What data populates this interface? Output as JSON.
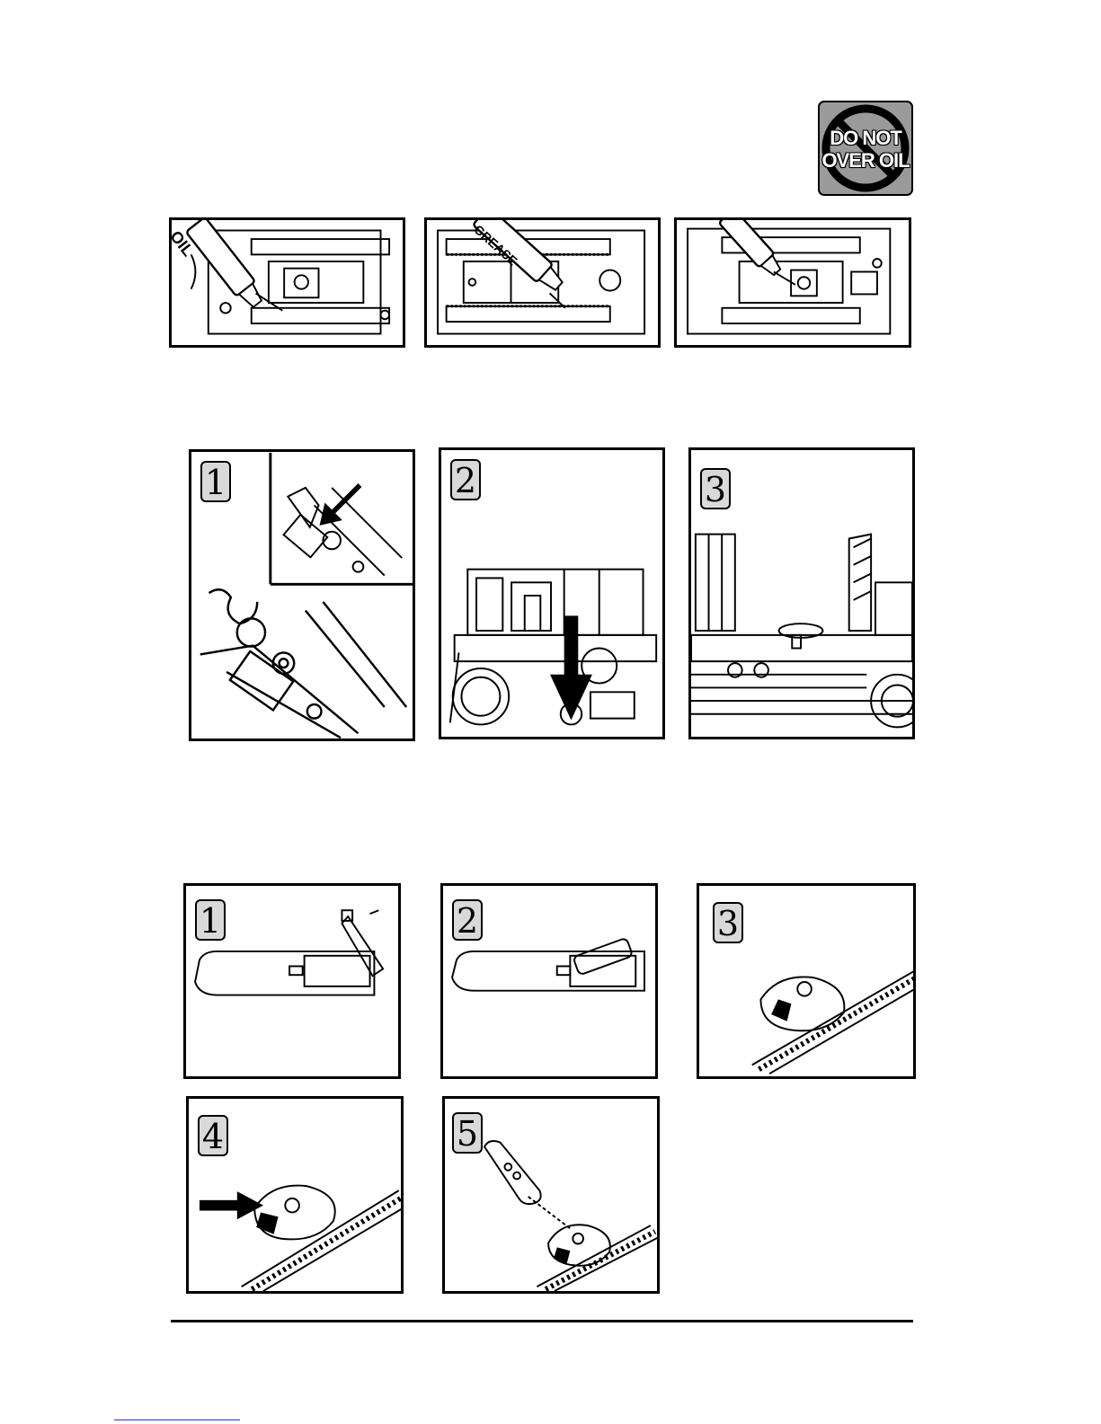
{
  "warning_badge": {
    "line1": "DO NOT",
    "line2": "OVER OIL",
    "icon": "no-symbol-icon"
  },
  "lubrication": {
    "panels": [
      {
        "tube_label": "OIL"
      },
      {
        "tube_label": "GREASE"
      },
      {
        "tube_label": ""
      }
    ]
  },
  "coupler_steps": [
    {
      "number": "1"
    },
    {
      "number": "2"
    },
    {
      "number": "3"
    }
  ],
  "remote_steps": [
    {
      "number": "1"
    },
    {
      "number": "2"
    },
    {
      "number": "3"
    },
    {
      "number": "4"
    },
    {
      "number": "5"
    }
  ]
}
